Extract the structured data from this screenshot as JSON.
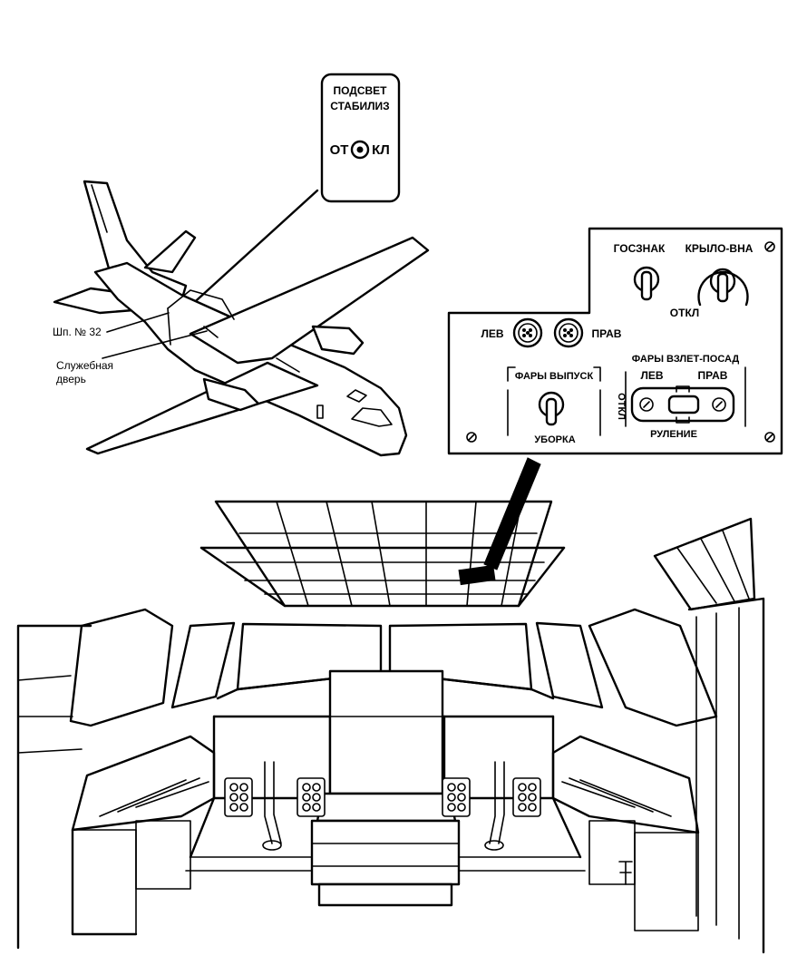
{
  "stab_panel": {
    "title1": "ПОДСВЕТ",
    "title2": "СТАБИЛИЗ",
    "left": "ОТ",
    "right": "КЛ"
  },
  "aircraft": {
    "frame": "Шп. № 32",
    "door1": "Служебная",
    "door2": "дверь"
  },
  "light_panel": {
    "gosznak": "ГОСЗНАК",
    "wing": "КРЫЛО-ВНА",
    "otkl": "ОТКЛ",
    "lev": "ЛЕВ",
    "prav": "ПРАВ",
    "fary_vypusk": "ФАРЫ ВЫПУСК",
    "uborka": "УБОРКА",
    "fary_vzlet": "ФАРЫ ВЗЛЕТ-ПОСАД",
    "lev2": "ЛЕВ",
    "prav2": "ПРАВ",
    "otkl_v": "ОТКЛ",
    "rulenie": "РУЛЕНИЕ"
  }
}
